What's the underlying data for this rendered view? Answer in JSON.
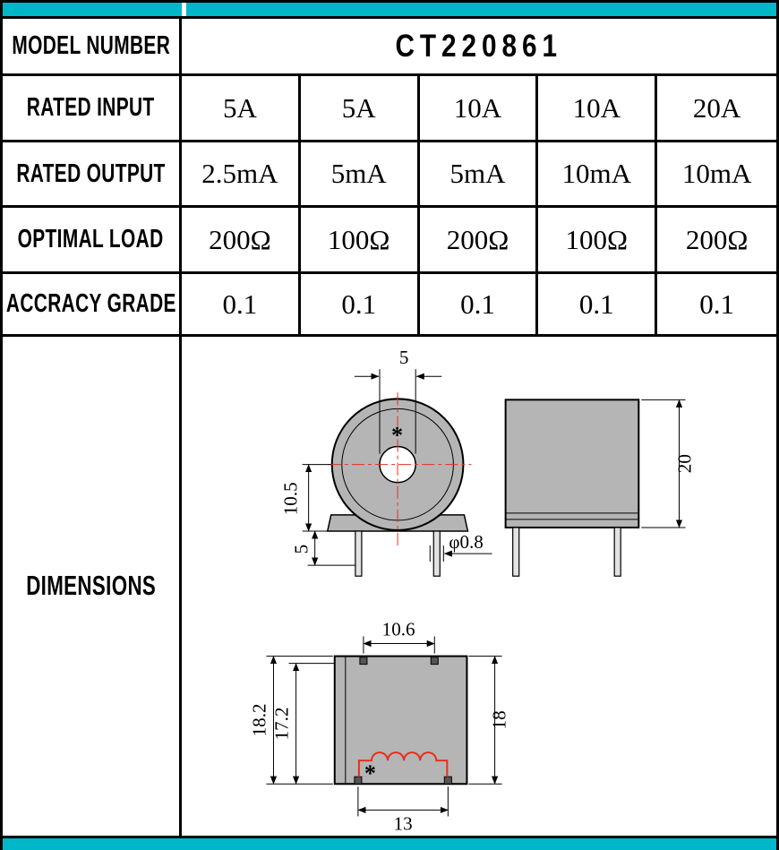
{
  "theme": {
    "accent_cyan": "#00b6c9",
    "part_gray": "#b5b5b5",
    "coil_red": "#e8301c",
    "line_black": "#000000"
  },
  "table": {
    "model_row": {
      "label": "MODEL NUMBER",
      "value": "CT220861"
    },
    "rows": [
      {
        "label": "RATED INPUT",
        "values": [
          "5A",
          "5A",
          "10A",
          "10A",
          "20A"
        ]
      },
      {
        "label": "RATED OUTPUT",
        "values": [
          "2.5mA",
          "5mA",
          "5mA",
          "10mA",
          "10mA"
        ]
      },
      {
        "label": "OPTIMAL LOAD",
        "values": [
          "200Ω",
          "100Ω",
          "200Ω",
          "100Ω",
          "200Ω"
        ]
      },
      {
        "label": "ACCRACY GRADE",
        "values": [
          "0.1",
          "0.1",
          "0.1",
          "0.1",
          "0.1"
        ]
      }
    ],
    "dimensions_label": "DIMENSIONS"
  },
  "drawing": {
    "front_view": {
      "hole_width": "5",
      "center_height": "10.5",
      "pin_length": "5",
      "pin_diameter": "φ0.8",
      "polarity_mark": "*"
    },
    "side_view": {
      "height": "20"
    },
    "bottom_view": {
      "pin_span_top": "10.6",
      "height_outer": "18.2",
      "height_inner": "17.2",
      "height_right": "18",
      "pin_span_bottom": "13",
      "polarity_mark": "*"
    }
  }
}
